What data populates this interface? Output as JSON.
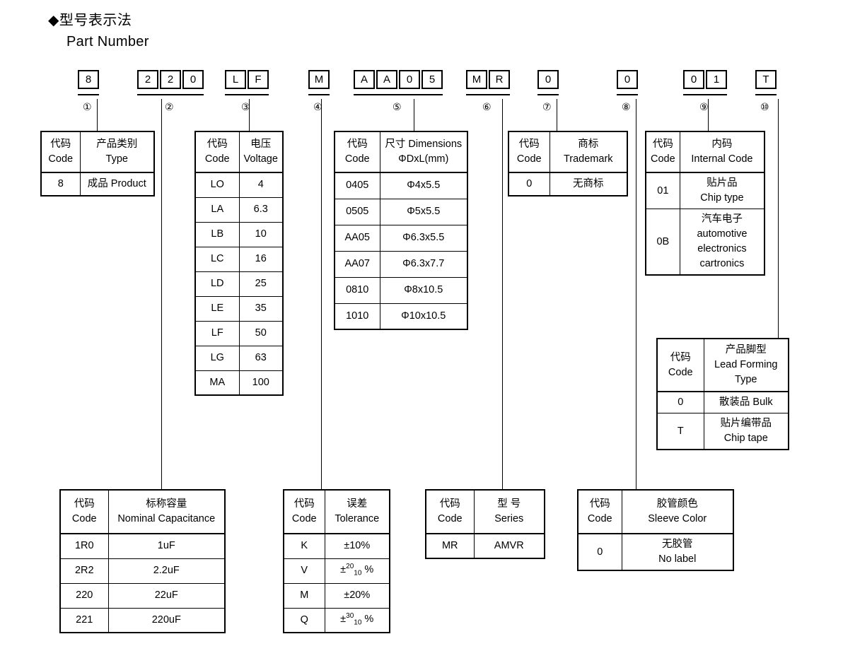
{
  "heading": {
    "cn": "◆型号表示法",
    "en": "Part Number"
  },
  "part_number": {
    "chars": [
      "8",
      "2",
      "2",
      "0",
      "L",
      "F",
      "M",
      "A",
      "A",
      "0",
      "5",
      "M",
      "R",
      "0",
      "0",
      "0",
      "1",
      "T"
    ],
    "groups": [
      {
        "num": "①",
        "chars": [
          "8"
        ]
      },
      {
        "num": "②",
        "chars": [
          "2",
          "2",
          "0"
        ]
      },
      {
        "num": "③",
        "chars": [
          "L",
          "F"
        ]
      },
      {
        "num": "④",
        "chars": [
          "M"
        ]
      },
      {
        "num": "⑤",
        "chars": [
          "A",
          "A",
          "0",
          "5"
        ]
      },
      {
        "num": "⑥",
        "chars": [
          "M",
          "R"
        ]
      },
      {
        "num": "⑦",
        "chars": [
          "0"
        ]
      },
      {
        "num": "⑧",
        "chars": [
          "0"
        ]
      },
      {
        "num": "⑨",
        "chars": [
          "0",
          "1"
        ]
      },
      {
        "num": "⑩",
        "chars": [
          "T"
        ]
      }
    ]
  },
  "tables": {
    "type": {
      "id": "type",
      "header": {
        "code_cn": "代码",
        "code_en": "Code",
        "value_cn": "产品类别",
        "value_en": "Type"
      },
      "rows": [
        {
          "code": "8",
          "value": "成品 Product"
        }
      ]
    },
    "voltage": {
      "id": "voltage",
      "header": {
        "code_cn": "代码",
        "code_en": "Code",
        "value_cn": "电压",
        "value_en": "Voltage"
      },
      "rows": [
        {
          "code": "LO",
          "value": "4"
        },
        {
          "code": "LA",
          "value": "6.3"
        },
        {
          "code": "LB",
          "value": "10"
        },
        {
          "code": "LC",
          "value": "16"
        },
        {
          "code": "LD",
          "value": "25"
        },
        {
          "code": "LE",
          "value": "35"
        },
        {
          "code": "LF",
          "value": "50"
        },
        {
          "code": "LG",
          "value": "63"
        },
        {
          "code": "MA",
          "value": "100"
        }
      ]
    },
    "dimensions": {
      "id": "dimensions",
      "header": {
        "code_cn": "代码",
        "code_en": "Code",
        "value_cn": "尺寸 Dimensions",
        "value_en": "ΦDxL(mm)"
      },
      "rows": [
        {
          "code": "0405",
          "value": "Φ4x5.5"
        },
        {
          "code": "0505",
          "value": "Φ5x5.5"
        },
        {
          "code": "AA05",
          "value": "Φ6.3x5.5"
        },
        {
          "code": "AA07",
          "value": "Φ6.3x7.7"
        },
        {
          "code": "0810",
          "value": "Φ8x10.5"
        },
        {
          "code": "1010",
          "value": "Φ10x10.5"
        }
      ]
    },
    "trademark": {
      "id": "trademark",
      "header": {
        "code_cn": "代码",
        "code_en": "Code",
        "value_cn": "商标",
        "value_en": "Trademark"
      },
      "rows": [
        {
          "code": "0",
          "value": "无商标"
        }
      ]
    },
    "internal_code": {
      "id": "internal-code",
      "header": {
        "code_cn": "代码",
        "code_en": "Code",
        "value_cn": "内码",
        "value_en": "Internal Code"
      },
      "rows": [
        {
          "code": "01",
          "lines": [
            "贴片品",
            "Chip type"
          ]
        },
        {
          "code": "0B",
          "lines": [
            "汽车电子",
            "automotive",
            "electronics",
            "cartronics"
          ]
        }
      ]
    },
    "lead_forming": {
      "id": "lead-forming",
      "header": {
        "code_cn": "代码",
        "code_en": "Code",
        "value_cn": "产品脚型",
        "value_en": "Lead Forming",
        "value_en2": "Type"
      },
      "rows": [
        {
          "code": "0",
          "lines": [
            "散装品 Bulk"
          ]
        },
        {
          "code": "T",
          "lines": [
            "贴片编带品",
            "Chip tape"
          ]
        }
      ]
    },
    "capacitance": {
      "id": "capacitance",
      "header": {
        "code_cn": "代码",
        "code_en": "Code",
        "value_cn": "标称容量",
        "value_en": "Nominal Capacitance"
      },
      "rows": [
        {
          "code": "1R0",
          "value": "1uF"
        },
        {
          "code": "2R2",
          "value": "2.2uF"
        },
        {
          "code": "220",
          "value": "22uF"
        },
        {
          "code": "221",
          "value": "220uF"
        }
      ]
    },
    "tolerance": {
      "id": "tolerance",
      "header": {
        "code_cn": "代码",
        "code_en": "Code",
        "value_cn": "误差",
        "value_en": "Tolerance"
      },
      "rows": [
        {
          "code": "K",
          "value": "±10%",
          "sup": "",
          "sub": ""
        },
        {
          "code": "V",
          "value": "",
          "prefix": "±",
          "sup": "20",
          "sub": "10",
          "suffix": "%"
        },
        {
          "code": "M",
          "value": "±20%",
          "sup": "",
          "sub": ""
        },
        {
          "code": "Q",
          "value": "",
          "prefix": "±",
          "sup": "30",
          "sub": "10",
          "suffix": "%"
        }
      ]
    },
    "series": {
      "id": "series",
      "header": {
        "code_cn": "代码",
        "code_en": "Code",
        "value_cn": "型 号",
        "value_en": "Series"
      },
      "rows": [
        {
          "code": "MR",
          "value": "AMVR"
        }
      ]
    },
    "sleeve_color": {
      "id": "sleeve-color",
      "header": {
        "code_cn": "代码",
        "code_en": "Code",
        "value_cn": "胶管颜色",
        "value_en": "Sleeve Color"
      },
      "rows": [
        {
          "code": "0",
          "lines": [
            "无胶管",
            "No label"
          ]
        }
      ]
    }
  }
}
